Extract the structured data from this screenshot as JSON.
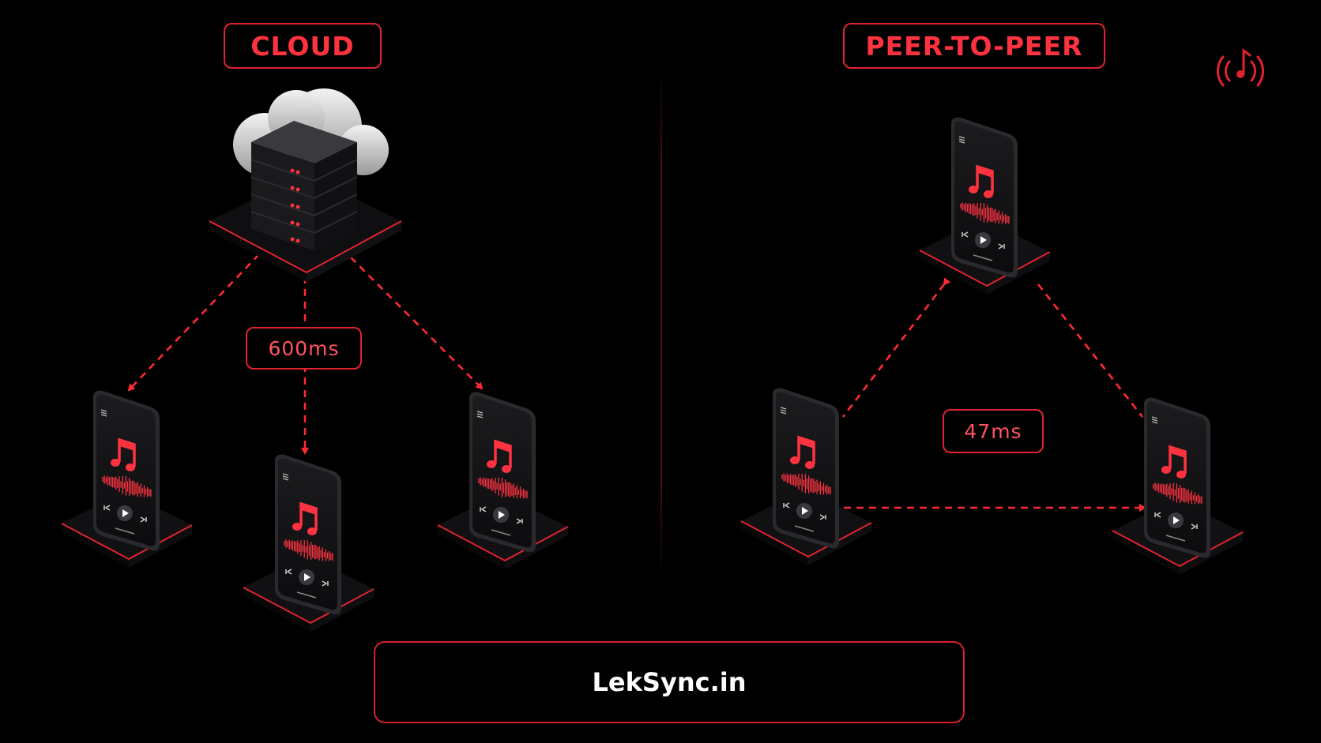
{
  "titles": {
    "cloud": "CLOUD",
    "p2p": "PEER-TO-PEER"
  },
  "latency": {
    "cloud": "600ms",
    "p2p": "47ms"
  },
  "brand": "LekSync.in",
  "icons": {
    "logo": "broadcast-music-note-icon",
    "server": "cloud-server-stack-icon",
    "phone_note": "music-note-icon",
    "phone_play": "play-icon",
    "phone_prev": "skip-back-icon",
    "phone_next": "skip-forward-icon",
    "phone_menu": "menu-icon"
  },
  "colors": {
    "accent": "#e0232f",
    "background": "#000000",
    "phone_body": "#141416",
    "server_body": "#1e1e20"
  }
}
